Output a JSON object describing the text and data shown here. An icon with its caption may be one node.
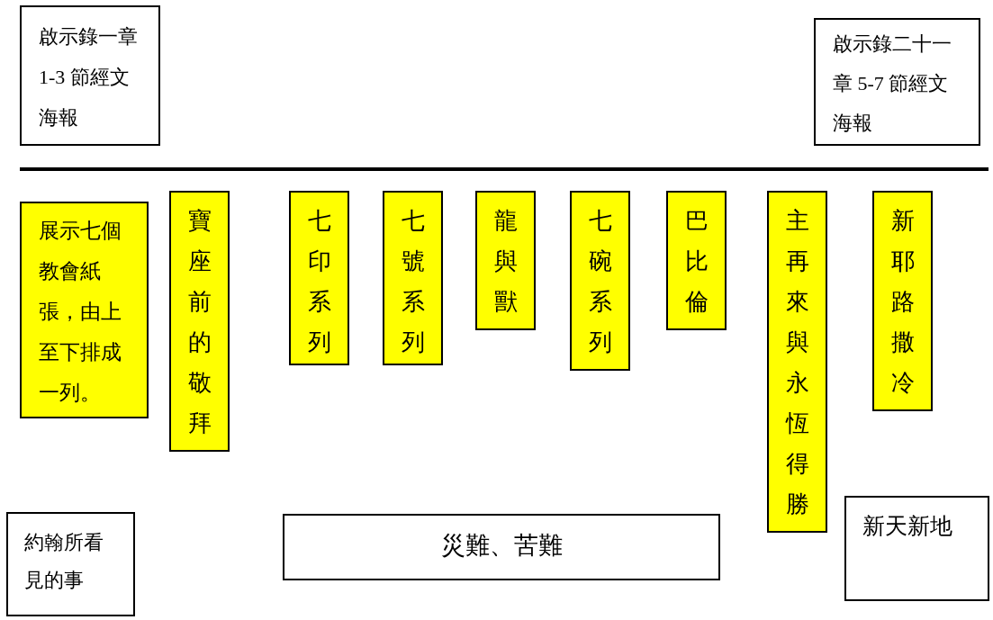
{
  "diagram": {
    "nodes": [
      {
        "text": [
          "啟示錄一章1-3 節經文海報"
        ]
      },
      {
        "text": [
          "啟示錄二十一章 5-7 節經文海報"
        ]
      },
      {
        "text": [
          "展示七個教會紙張，由上至下排成一列。"
        ]
      },
      {
        "text": [
          "寶座前的敬拜"
        ]
      },
      {
        "text": [
          "七印系列"
        ]
      },
      {
        "text": [
          "七號系列"
        ]
      },
      {
        "text": [
          "龍與獸"
        ]
      },
      {
        "text": [
          "七碗系列"
        ]
      },
      {
        "text": [
          "巴比倫"
        ]
      },
      {
        "text": [
          "主再來與永恆得勝"
        ]
      },
      {
        "text": [
          "新耶路撒冷"
        ]
      },
      {
        "text": [
          "約翰所看見的事"
        ]
      },
      {
        "text": [
          "災難、苦難"
        ]
      },
      {
        "text": [
          "新天新地"
        ]
      }
    ]
  }
}
